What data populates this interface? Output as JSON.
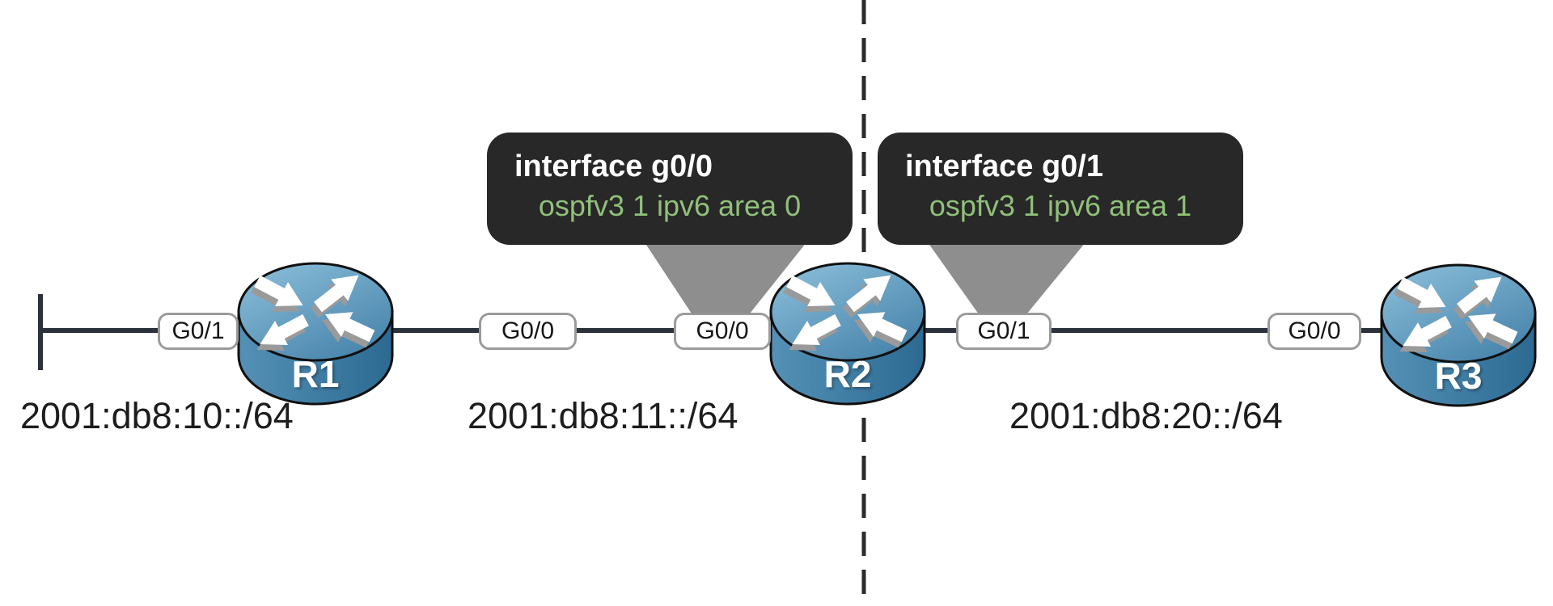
{
  "callouts": [
    {
      "title": "interface g0/0",
      "command": "ospfv3 1 ipv6 area 0"
    },
    {
      "title": "interface g0/1",
      "command": "ospfv3 1 ipv6 area 1"
    }
  ],
  "routers": [
    {
      "name": "R1",
      "interfaces": {
        "left": "G0/1",
        "right": "G0/0"
      }
    },
    {
      "name": "R2",
      "interfaces": {
        "left": "G0/0",
        "right": "G0/1"
      }
    },
    {
      "name": "R3",
      "interfaces": {
        "left": "G0/0"
      }
    }
  ],
  "networks": [
    {
      "prefix": "2001:db8:10::/64"
    },
    {
      "prefix": "2001:db8:11::/64"
    },
    {
      "prefix": "2001:db8:20::/64"
    }
  ],
  "colors": {
    "callout_bg": "#282828",
    "callout_title": "#ffffff",
    "callout_command": "#90c07a",
    "link_line": "#2b323c",
    "divider": "#2b2b2b",
    "pointer_gray": "#8e8e8e",
    "router_top": "#6aa7cc",
    "router_body": "#3d7da5",
    "pill_border": "#9b9b9b",
    "label_text": "#1d1d1d"
  }
}
